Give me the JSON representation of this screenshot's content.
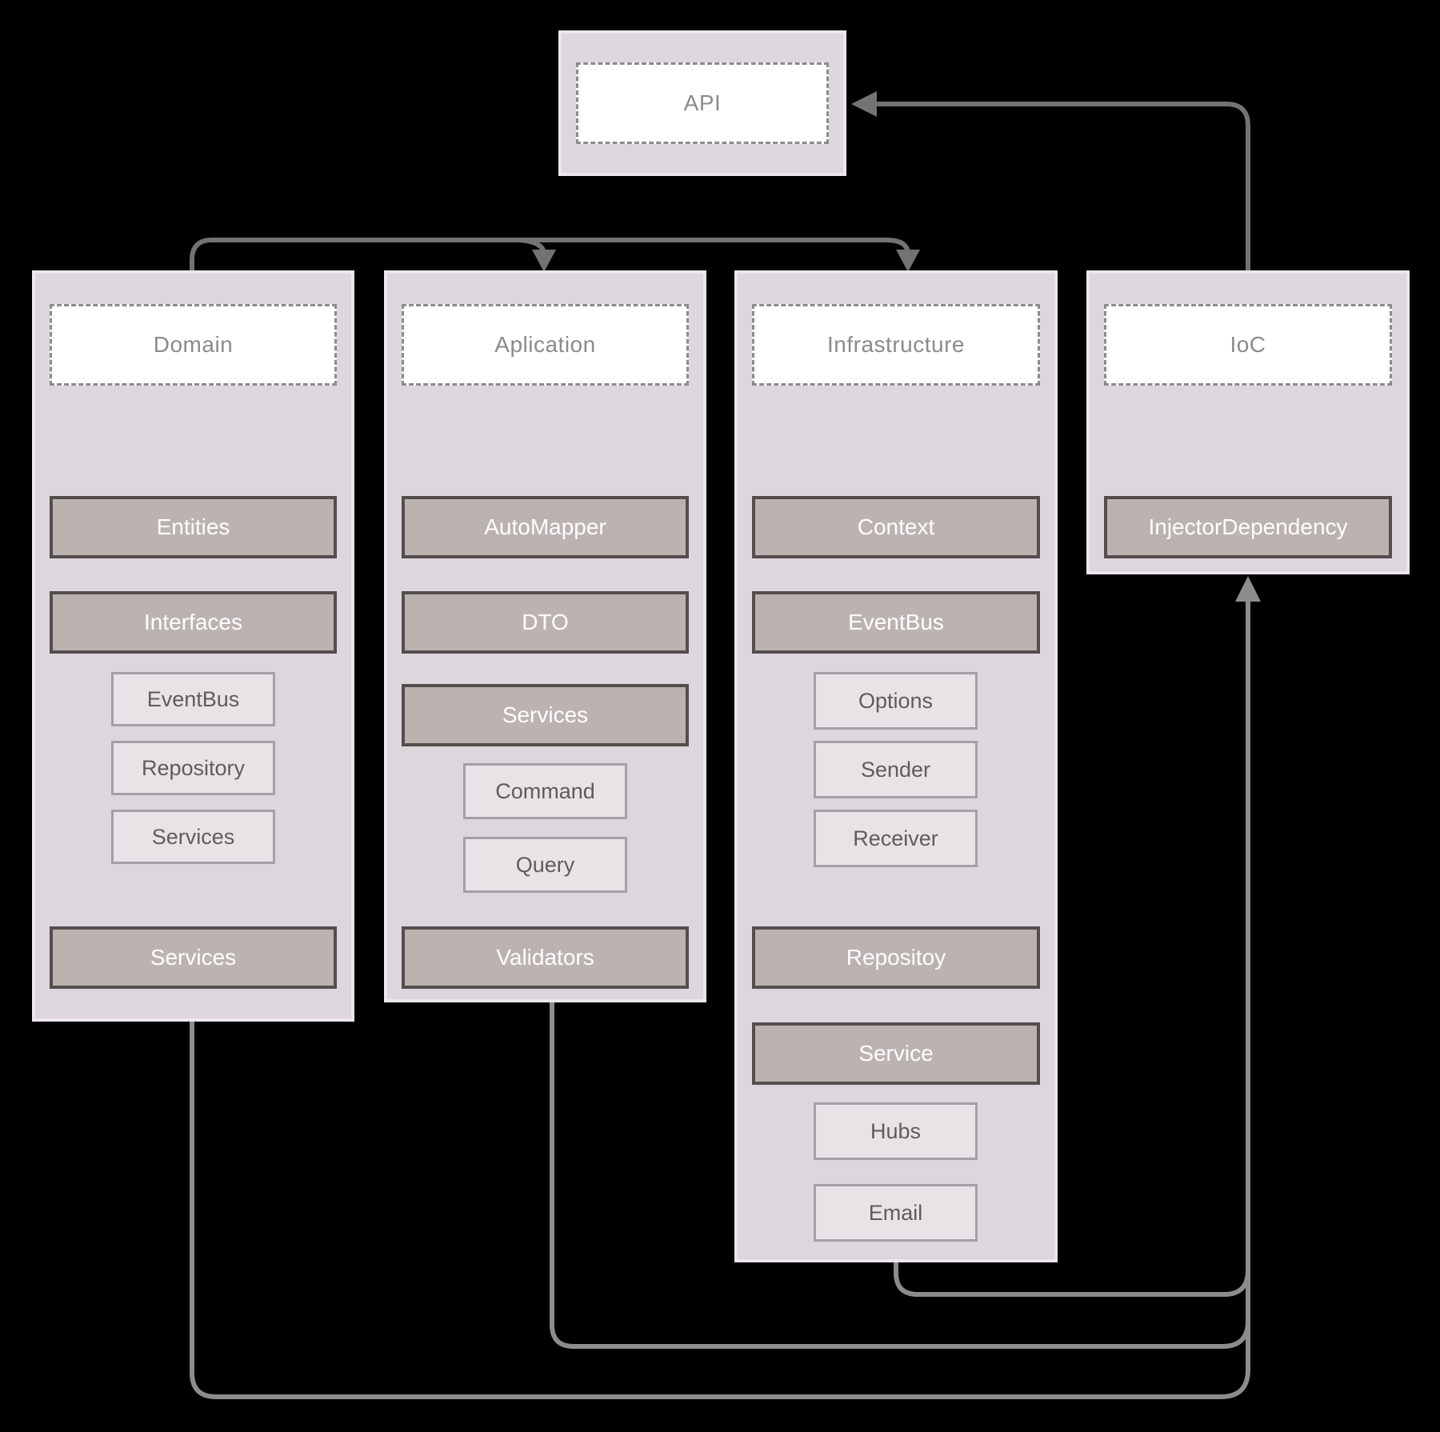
{
  "api": {
    "label": "API"
  },
  "columns": [
    {
      "title": "Domain",
      "boxes": [
        {
          "label": "Entities",
          "variant": "dark"
        },
        {
          "label": "Interfaces",
          "variant": "dark"
        },
        {
          "label": "EventBus",
          "variant": "light"
        },
        {
          "label": "Repository",
          "variant": "light"
        },
        {
          "label": "Services",
          "variant": "light"
        },
        {
          "label": "Services",
          "variant": "dark"
        }
      ]
    },
    {
      "title": "Aplication",
      "boxes": [
        {
          "label": "AutoMapper",
          "variant": "dark"
        },
        {
          "label": "DTO",
          "variant": "dark"
        },
        {
          "label": "Services",
          "variant": "dark"
        },
        {
          "label": "Command",
          "variant": "light"
        },
        {
          "label": "Query",
          "variant": "light"
        },
        {
          "label": "Validators",
          "variant": "dark"
        }
      ]
    },
    {
      "title": "Infrastructure",
      "boxes": [
        {
          "label": "Context",
          "variant": "dark"
        },
        {
          "label": "EventBus",
          "variant": "dark"
        },
        {
          "label": "Options",
          "variant": "light"
        },
        {
          "label": "Sender",
          "variant": "light"
        },
        {
          "label": "Receiver",
          "variant": "light"
        },
        {
          "label": "Repositoy",
          "variant": "dark"
        },
        {
          "label": "Service",
          "variant": "dark"
        },
        {
          "label": "Hubs",
          "variant": "light"
        },
        {
          "label": "Email",
          "variant": "light"
        }
      ]
    },
    {
      "title": "IoC",
      "boxes": [
        {
          "label": "InjectorDependency",
          "variant": "dark"
        }
      ]
    }
  ],
  "connections": [
    {
      "from": "Domain",
      "to": "Aplication"
    },
    {
      "from": "Domain",
      "to": "Infrastructure"
    },
    {
      "from": "IoC",
      "to": "API"
    },
    {
      "from": "Domain",
      "to": "IoC"
    },
    {
      "from": "Aplication",
      "to": "IoC"
    },
    {
      "from": "Infrastructure",
      "to": "IoC"
    }
  ],
  "colors": {
    "background": "#000000",
    "panel_fill": "#DDD6DC",
    "panel_border": "#ECE7EC",
    "header_fill": "#FFFFFF",
    "header_border": "#8C8C8C",
    "header_text": "#8B8B8B",
    "dark_node_fill": "#BCB3B1",
    "dark_node_border": "#534E4D",
    "dark_node_text": "#FFFFFF",
    "light_node_fill": "#E8E3E7",
    "light_node_border": "#A5A0A5",
    "light_node_text": "#5F5C5C",
    "arrow_top": "#737373",
    "arrow_bottom": "#8C8C8C"
  }
}
